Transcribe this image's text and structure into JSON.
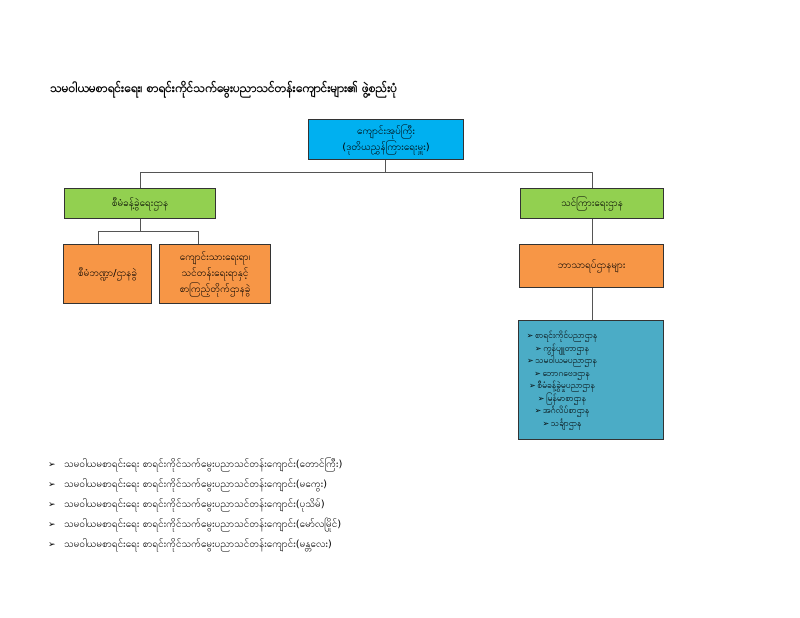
{
  "title": "သမဝါယမစာရင်းရေး၊ စာရင်းကိုင်သက်မွေးပညာသင်တန်းကျောင်းများ၏ ဖွဲ့စည်းပုံ",
  "colors": {
    "top": "#00b0f0",
    "department": "#92d050",
    "section": "#f79646",
    "subjects": "#4bacc6"
  },
  "chart": {
    "top": {
      "line1": "ကျောင်းအုပ်ကြီး",
      "line2": "(ဒုတိယညွှန်ကြားရေးမှူး)"
    },
    "admin_dept": {
      "label": "စီမံခန့်ခွဲရေးဌာန"
    },
    "admin_sub": [
      {
        "line1": "စီမံဘဏ္ဍာ/ဌာနခွဲ"
      },
      {
        "line1": "ကျောင်းသားရေးရာ၊",
        "line2": "သင်တန်းရေးရာနှင့်",
        "line3": "စာကြည့်တိုက်ဌာနခွဲ"
      }
    ],
    "teaching_dept": {
      "label": "သင်ကြားရေးဌာန"
    },
    "subject_dept": {
      "label": "ဘာသာရပ်ဌာနများ"
    },
    "subjects": [
      "စာရင်းကိုင်ပညာဌာန",
      "ကွန်ပျူတာဌာန",
      "သမဝါယမပညာဌာန",
      "ဘောဂဗေဒဌာန",
      "စီမံခန့်ခွဲမှုပညာဌာန",
      "မြန်မာစာဌာန",
      "အင်္ဂလိပ်စာဌာန",
      "သင်္ချာဌာန"
    ]
  },
  "schools": [
    "သမဝါယမစာရင်းရေး စာရင်းကိုင်သက်မွေးပညာသင်တန်းကျောင်း(တောင်ကြီး)",
    "သမဝါယမစာရင်းရေး စာရင်းကိုင်သက်မွေးပညာသင်တန်းကျောင်း(မကွေး)",
    "သမဝါယမစာရင်းရေး စာရင်းကိုင်သက်မွေးပညာသင်တန်းကျောင်း(ပုသိမ်)",
    "သမဝါယမစာရင်းရေး စာရင်းကိုင်သက်မွေးပညာသင်တန်းကျောင်း(မော်လမြိုင်)",
    "သမဝါယမစာရင်းရေး စာရင်းကိုင်သက်မွေးပညာသင်တန်းကျောင်း(မန္တလေး)"
  ]
}
